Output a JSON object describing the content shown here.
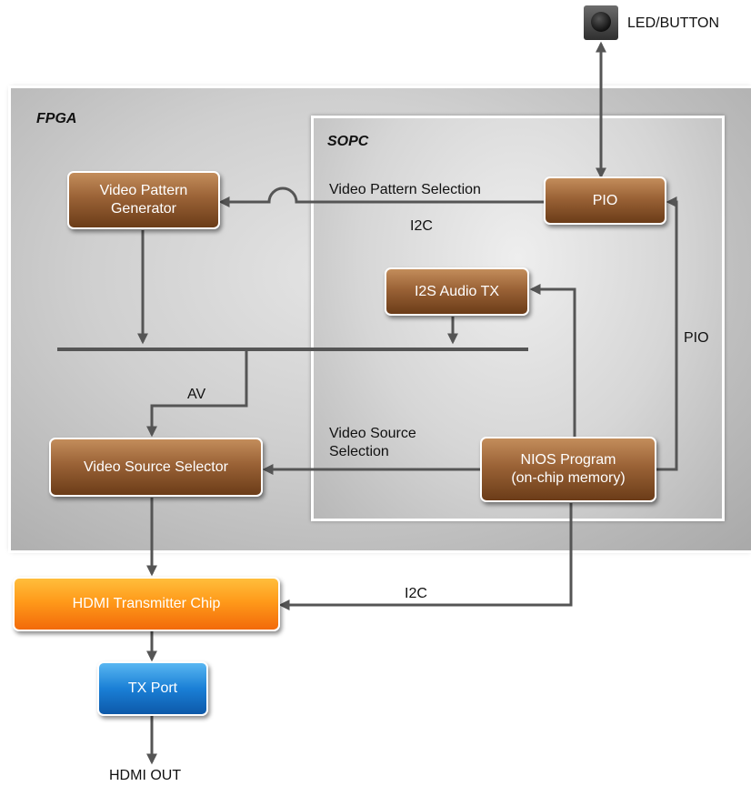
{
  "regions": {
    "fpga": "FPGA",
    "sopc": "SOPC"
  },
  "blocks": {
    "video_pattern_generator": "Video Pattern\nGenerator",
    "pio": "PIO",
    "i2s_audio_tx": "I2S Audio TX",
    "video_source_selector": "Video Source Selector",
    "nios_program": "NIOS Program\n(on-chip memory)",
    "hdmi_transmitter_chip": "HDMI Transmitter Chip",
    "tx_port": "TX Port"
  },
  "labels": {
    "led_button": "LED/BUTTON",
    "video_pattern_selection": "Video Pattern Selection",
    "i2c_top": "I2C",
    "pio_side": "PIO",
    "av": "AV",
    "video_source_selection": "Video Source\nSelection",
    "i2c_bottom": "I2C",
    "hdmi_out": "HDMI OUT"
  },
  "icons": {
    "button": "push-button-icon"
  },
  "colors": {
    "block_brown": "#9a6236",
    "block_orange": "#ff9a1a",
    "block_blue": "#1a7fd6",
    "connector": "#555555"
  }
}
